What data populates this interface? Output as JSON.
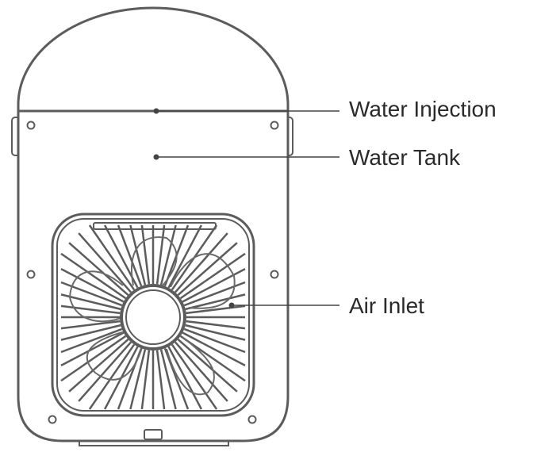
{
  "callouts": [
    {
      "id": "water-injection",
      "label": "Water Injection"
    },
    {
      "id": "water-tank",
      "label": "Water Tank"
    },
    {
      "id": "air-inlet",
      "label": "Air Inlet"
    }
  ],
  "colors": {
    "outline": "#5c5c5c",
    "leader": "#444444",
    "text": "#2a2a2a",
    "background": "#ffffff"
  }
}
